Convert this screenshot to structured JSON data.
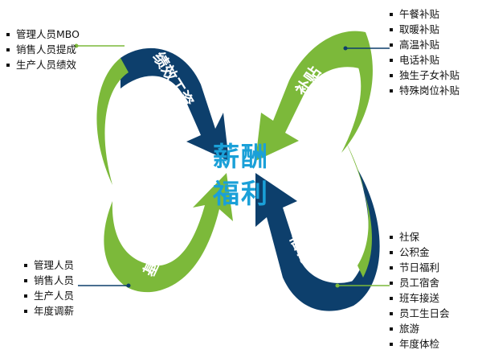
{
  "center": {
    "line1": "薪酬",
    "line2": "福利"
  },
  "arrows": {
    "top_left": {
      "label": "绩效工资",
      "color": "#0d3f6c"
    },
    "top_right": {
      "label": "补贴",
      "color": "#7cb93a"
    },
    "bottom_left": {
      "label": "基本工资",
      "color": "#7cb93a"
    },
    "bottom_right": {
      "label": "福利",
      "color": "#0d3f6c"
    }
  },
  "lists": {
    "top_left": [
      "管理人员MBO",
      "销售人员提成",
      "生产人员绩效"
    ],
    "top_right": [
      "午餐补贴",
      "取暖补贴",
      "高温补贴",
      "电话补贴",
      "独生子女补贴",
      "特殊岗位补贴"
    ],
    "bottom_left": [
      "管理人员",
      "销售人员",
      "生产人员",
      "年度调薪"
    ],
    "bottom_right": [
      "社保",
      "公积金",
      "节日福利",
      "员工宿舍",
      "班车接送",
      "员工生日会",
      "旅游",
      "年度体检"
    ]
  },
  "connector_colors": {
    "green": "#7cb93a",
    "navy": "#0d3f6c"
  }
}
